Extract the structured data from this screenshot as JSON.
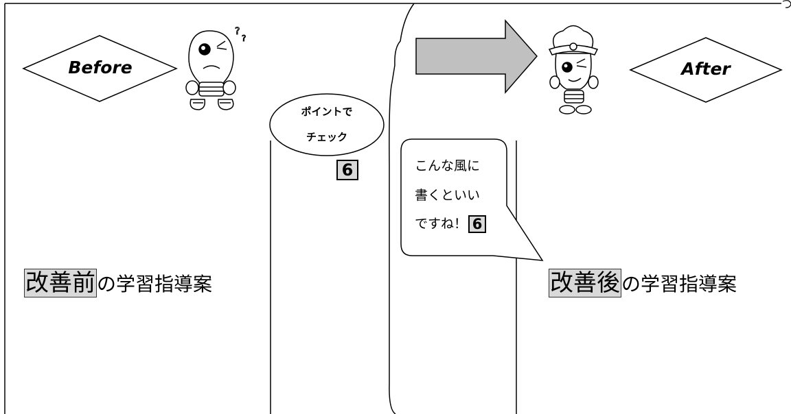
{
  "before": {
    "label": "Before",
    "heading_highlight": "改善前",
    "heading_rest": "の学習指導案"
  },
  "after": {
    "label": "After",
    "heading_highlight": "改善後",
    "heading_rest": "の学習指導案"
  },
  "center": {
    "oval_line1": "ポイントで",
    "oval_line2": "チェック",
    "number": "6"
  },
  "bubble": {
    "line1": "こんな風に",
    "line2": "書くといい",
    "line3": "ですね！",
    "number": "6"
  },
  "colors": {
    "highlight": "#d9d9d9",
    "arrow_fill": "#c0c0c0"
  }
}
